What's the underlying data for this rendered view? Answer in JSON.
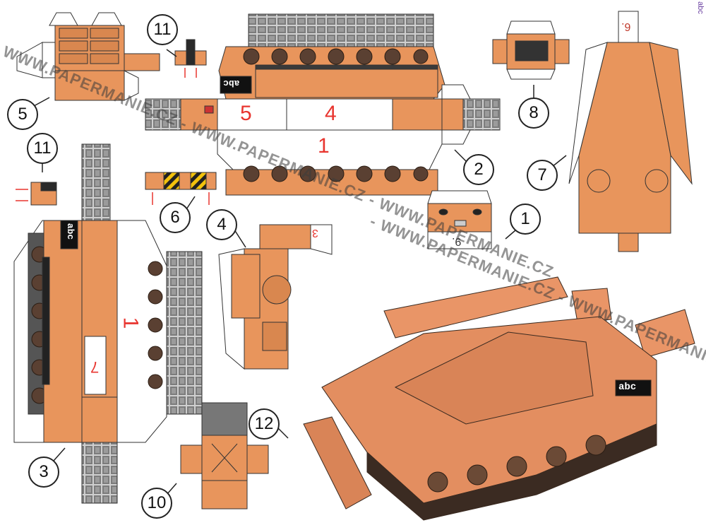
{
  "colors": {
    "paper": "#e8955c",
    "paper_dark": "#c97a45",
    "track": "#8f8f8f",
    "wheel": "#5a4032",
    "accent_red": "#e8352f",
    "outline": "#333333"
  },
  "watermark": {
    "text_1": "WWW.PAPERMANIE.CZ - WWW.PAPERMANIE.CZ - WWW.PAPERMANIE.CZ",
    "text_2": "- WWW.PAPERMANIE.CZ - WWW.PAPERMANIE.CZ - WWW.PAPERMANIE.CZ"
  },
  "logo_text": "abc",
  "parts": {
    "p1": "1",
    "p2": "2",
    "p3": "3",
    "p4": "4",
    "p5": "5",
    "p6": "6",
    "p7": "7",
    "p8": "8",
    "p10": "10",
    "p11a": "11",
    "p11b": "11",
    "p12": "12"
  },
  "panel_labels": {
    "main_1": "1",
    "main_4": "4",
    "main_5": "5",
    "hull_1": "1",
    "hull_7": "7",
    "small_6": "6.",
    "small_9": "9.",
    "small_3": "3"
  },
  "badge": "abc"
}
